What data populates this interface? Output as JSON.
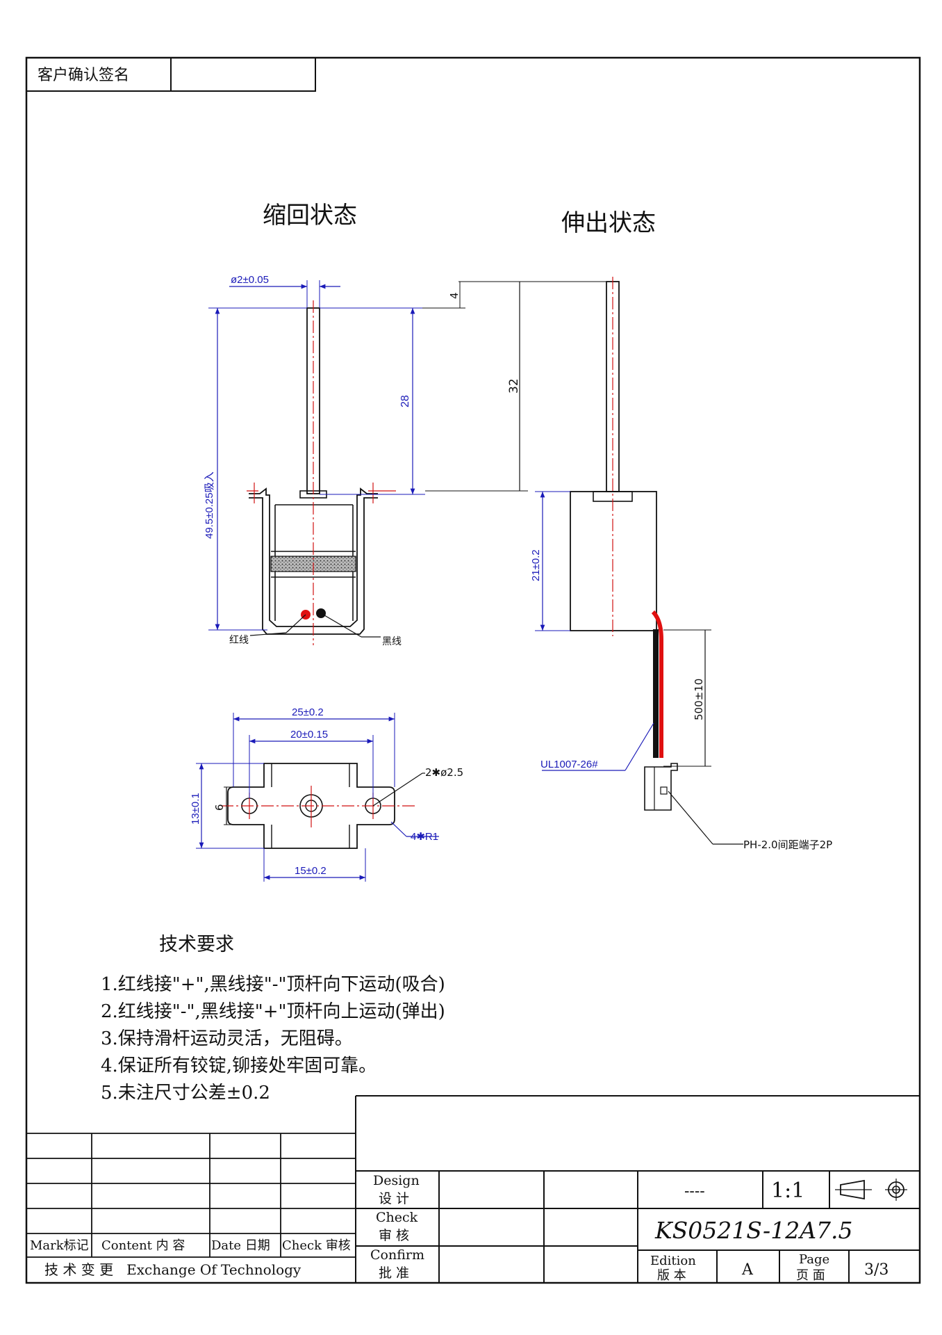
{
  "customer_signature_label": "客户确认签名",
  "views": {
    "retracted_title": "缩回状态",
    "extended_title": "伸出状态"
  },
  "dimensions": {
    "rod_diameter": "ø2±0.05",
    "overall_height": "49.5±0.25吸入",
    "rod_length": "28",
    "stroke": "4",
    "extended_length": "32",
    "body_height": "21±0.2",
    "wire_length": "500±10",
    "width_outer": "25±0.2",
    "hole_spacing": "20±0.15",
    "base_height": "13±0.1",
    "center_height": "6",
    "holes": "2✱ø2.5",
    "radius": "4✱R1",
    "base_width": "15±0.2"
  },
  "labels": {
    "red_wire": "红线",
    "black_wire": "黑线",
    "wire_spec": "UL1007-26#",
    "connector": "PH-2.0间距端子2P"
  },
  "colors": {
    "dimension": "#1a1ab8",
    "centerline": "#d01010",
    "red_wire": "#e01010",
    "black_wire": "#111111"
  },
  "tech_requirements": {
    "title": "技术要求",
    "items": [
      "1.红线接\"+\",黑线接\"-\"顶杆向下运动(吸合)",
      "2.红线接\"-\",黑线接\"+\"顶杆向上运动(弹出)",
      "3.保持滑杆运动灵活，无阻碍。",
      "4.保证所有铰锭,铆接处牢固可靠。",
      "5.未注尺寸公差±0.2"
    ]
  },
  "title_block": {
    "mark": "Mark标记",
    "content": "Content 内 容",
    "date": "Date 日期",
    "check_col": "Check 审核",
    "exchange": "技 术 变 更   Exchange Of Technology",
    "design_en": "Design",
    "design_cn": "设 计",
    "check_en": "Check",
    "check_cn": "审 核",
    "confirm_en": "Confirm",
    "confirm_cn": "批 准",
    "material": "----",
    "scale": "1:1",
    "part_number": "KS0521S-12A7.5",
    "edition_en": "Edition",
    "edition_cn": "版 本",
    "edition_value": "A",
    "page_en": "Page",
    "page_cn": "页 面",
    "page_value": "3/3"
  }
}
